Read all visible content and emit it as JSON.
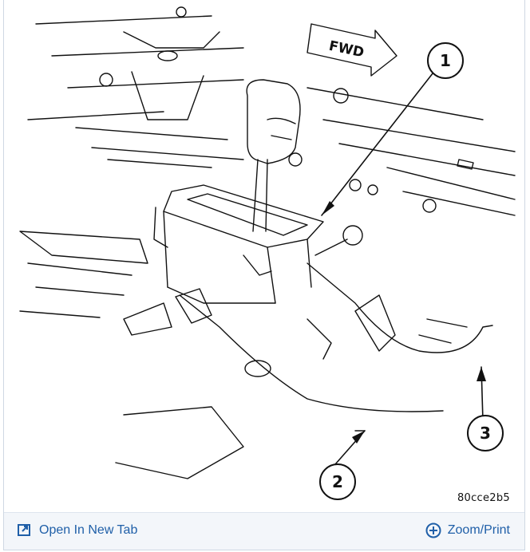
{
  "diagram": {
    "callouts": [
      {
        "number": "1"
      },
      {
        "number": "2"
      },
      {
        "number": "3"
      }
    ],
    "direction_arrow": "FWD",
    "figure_code": "80cce2b5"
  },
  "toolbar": {
    "open_new_tab_label": "Open In New Tab",
    "zoom_print_label": "Zoom/Print",
    "open_icon": "open-new-tab-icon",
    "zoom_icon": "zoom-plus-icon",
    "accent_color": "#1f5fa8"
  }
}
